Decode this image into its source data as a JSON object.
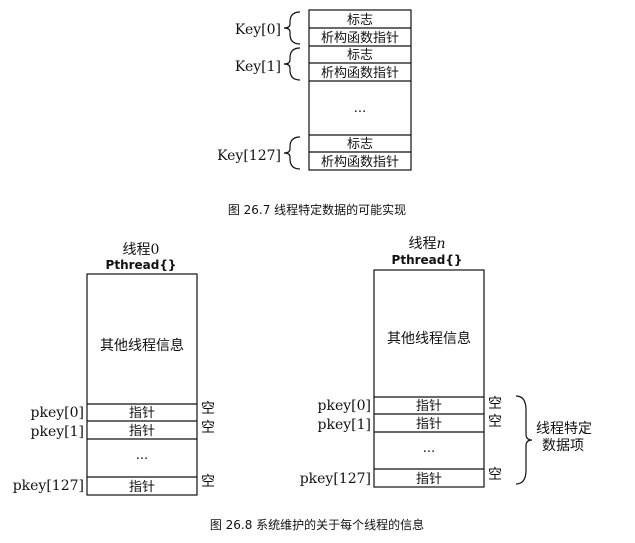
{
  "fig1": {
    "cells": [
      "标志",
      "析构函数指针",
      "标志",
      "析构函数指针",
      "...",
      "标志",
      "析构函数指针"
    ],
    "keys": [
      "Key[0]",
      "Key[1]",
      "Key[127]"
    ],
    "caption": "图 26.7   线程特定数据的可能实现"
  },
  "fig2": {
    "thread0": {
      "title": "线程0",
      "struct": "Pthread{}",
      "info": "其他线程信息",
      "cells": [
        "指针",
        "指针",
        "...",
        "指针"
      ],
      "pkeys": [
        "pkey[0]",
        "pkey[1]",
        "pkey[127]"
      ],
      "empties": [
        "空",
        "空",
        "空"
      ]
    },
    "threadn": {
      "title_prefix": "线程",
      "title_var": "n",
      "struct": "Pthread{}",
      "info": "其他线程信息",
      "cells": [
        "指针",
        "指针",
        "...",
        "指针"
      ],
      "pkeys": [
        "pkey[0]",
        "pkey[1]",
        "pkey[127]"
      ],
      "empties": [
        "空",
        "空",
        "空"
      ],
      "brace_label_1": "线程特定",
      "brace_label_2": "数据项"
    },
    "caption": "图 26.8   系统维护的关于每个线程的信息"
  }
}
